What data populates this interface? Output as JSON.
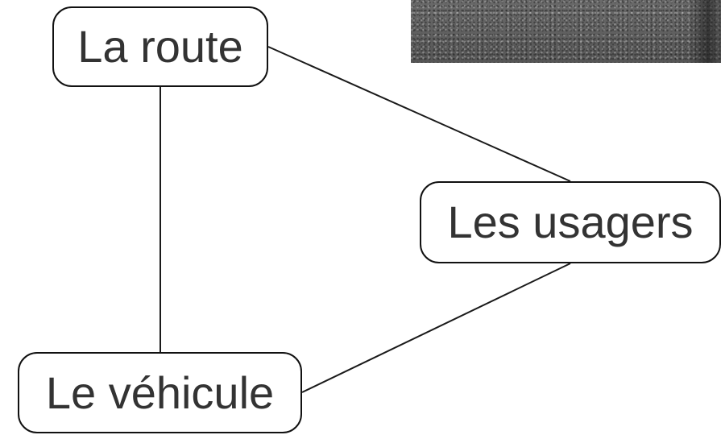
{
  "diagram": {
    "nodes": [
      {
        "id": "route",
        "label": "La route"
      },
      {
        "id": "usagers",
        "label": "Les usagers"
      },
      {
        "id": "vehicule",
        "label": "Le véhicule"
      }
    ],
    "edges": [
      {
        "from": "route",
        "to": "usagers"
      },
      {
        "from": "route",
        "to": "vehicule"
      },
      {
        "from": "usagers",
        "to": "vehicule"
      }
    ]
  }
}
